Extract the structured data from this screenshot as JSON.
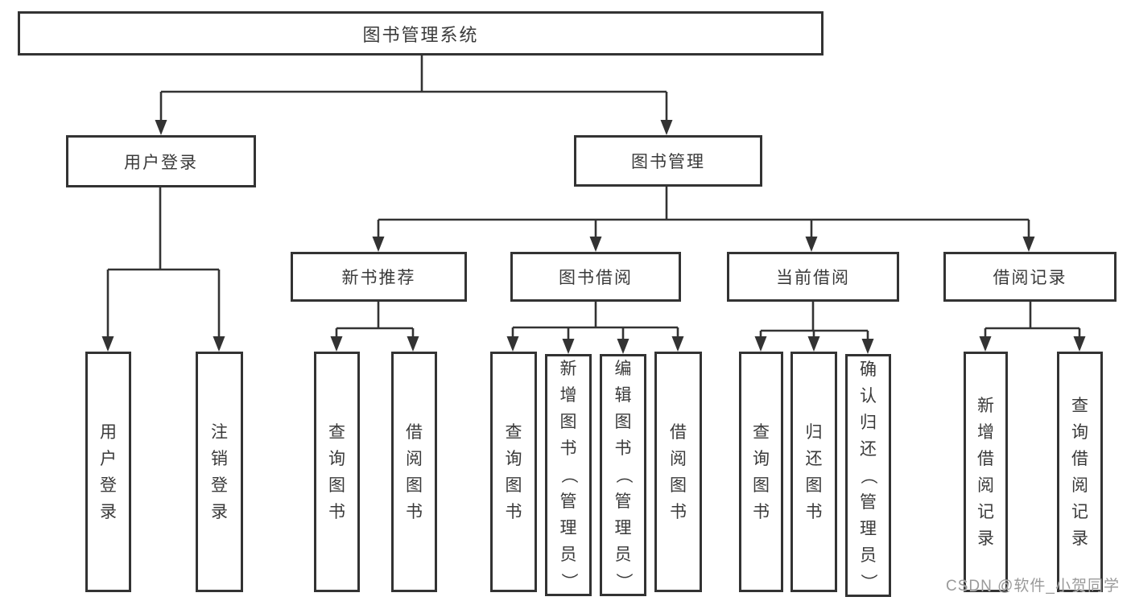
{
  "tree": {
    "label": "图书管理系统",
    "children": [
      {
        "label": "用户登录",
        "children": [
          {
            "label": "用户登录"
          },
          {
            "label": "注销登录"
          }
        ]
      },
      {
        "label": "图书管理",
        "children": [
          {
            "label": "新书推荐",
            "children": [
              {
                "label": "查询图书"
              },
              {
                "label": "借阅图书"
              }
            ]
          },
          {
            "label": "图书借阅",
            "children": [
              {
                "label": "查询图书"
              },
              {
                "label": "新增图书（管理员）"
              },
              {
                "label": "编辑图书（管理员）"
              },
              {
                "label": "借阅图书"
              }
            ]
          },
          {
            "label": "当前借阅",
            "children": [
              {
                "label": "查询图书"
              },
              {
                "label": "归还图书"
              },
              {
                "label": "确认归还（管理员）"
              }
            ]
          },
          {
            "label": "借阅记录",
            "children": [
              {
                "label": "新增借阅记录"
              },
              {
                "label": "查询借阅记录"
              }
            ]
          }
        ]
      }
    ]
  },
  "watermark": "CSDN @软件_小贺同学",
  "colors": {
    "line": "#333333",
    "text": "#3a3a3a",
    "watermark": "#919191",
    "background": "#ffffff"
  }
}
